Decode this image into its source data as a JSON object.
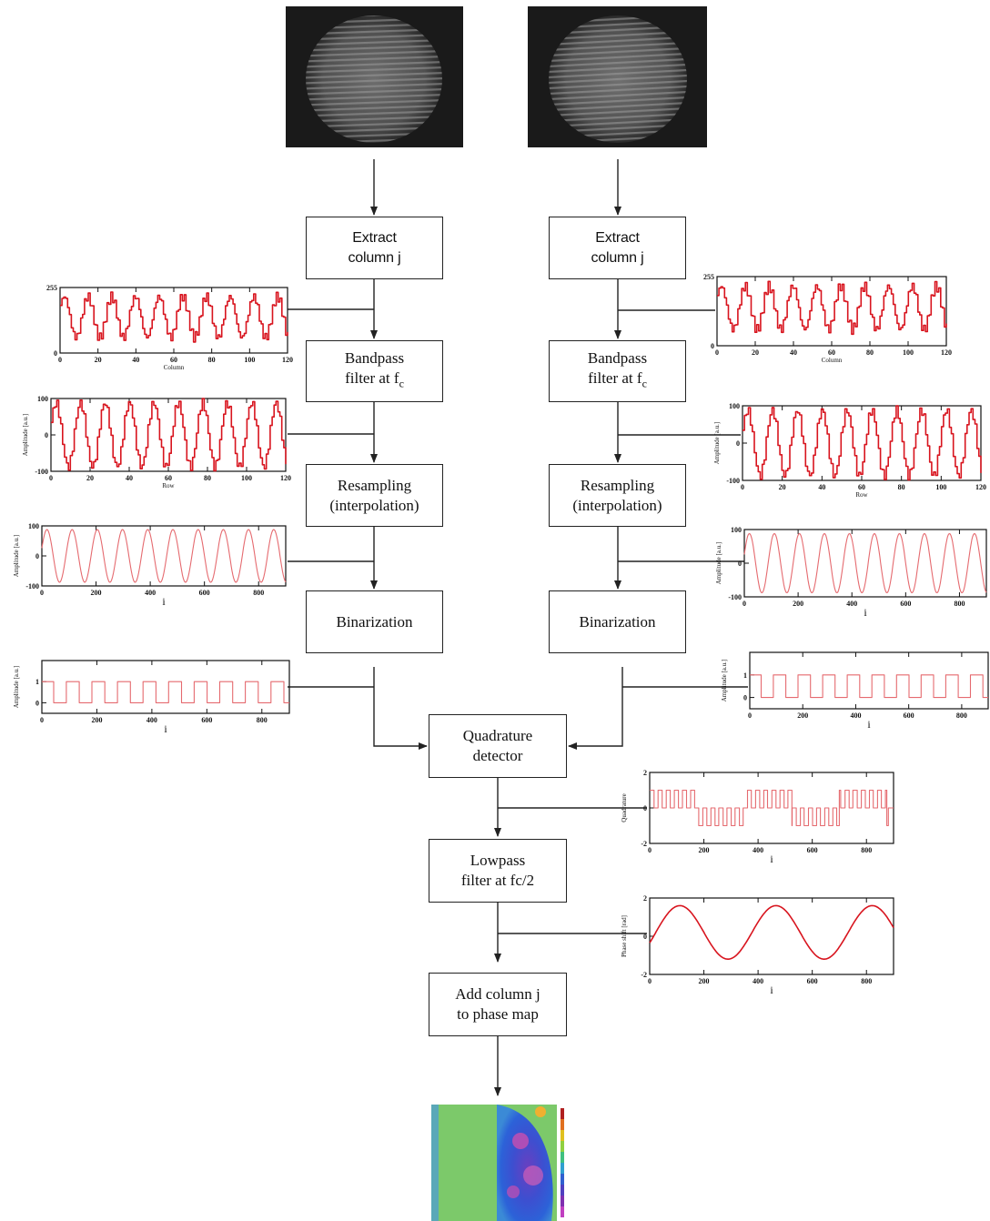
{
  "boxes": {
    "extract": [
      "Extract",
      "column j"
    ],
    "bandpass": [
      "Bandpass",
      "filter at f",
      "c"
    ],
    "resampling": [
      "Resampling",
      "(interpolation)"
    ],
    "binarization": "Binarization",
    "quadrature": [
      "Quadrature",
      "detector"
    ],
    "lowpass": [
      "Lowpass",
      "filter at fc/2"
    ],
    "add_column": [
      "Add column j",
      "to phase map"
    ]
  },
  "images": {
    "left_fringe": "fringe-pattern-left",
    "right_fringe": "fringe-pattern-right",
    "phase_map": "phase-map"
  },
  "colors": {
    "signal": "#d8141e",
    "signal_light": "#e56a6f",
    "line": "#222222"
  },
  "chart_data": [
    {
      "id": "raw",
      "type": "line",
      "ylabel": "",
      "xlabel": "Column",
      "xlim": [
        0,
        120
      ],
      "ylim": [
        0,
        255
      ],
      "xticks": [
        "0",
        "20",
        "40",
        "60",
        "80",
        "100",
        "120"
      ],
      "yticks": [
        "0",
        "255"
      ]
    },
    {
      "id": "bandpass",
      "type": "line",
      "ylabel": "Amplitude [a.u.]",
      "xlabel": "Row",
      "xlim": [
        0,
        120
      ],
      "ylim": [
        -100,
        100
      ],
      "xticks": [
        "0",
        "20",
        "40",
        "60",
        "80",
        "100",
        "120"
      ],
      "yticks": [
        "-100",
        "0",
        "100"
      ]
    },
    {
      "id": "resampled",
      "type": "line",
      "ylabel": "Amplitude [a.u.]",
      "xlabel": "i",
      "xlim": [
        0,
        900
      ],
      "ylim": [
        -100,
        100
      ],
      "xticks": [
        "0",
        "200",
        "400",
        "600",
        "800"
      ],
      "yticks": [
        "-100",
        "0",
        "100"
      ]
    },
    {
      "id": "binary",
      "type": "line",
      "ylabel": "Amplitude [a.u.]",
      "xlabel": "i",
      "xlim": [
        0,
        900
      ],
      "ylim": [
        -0.5,
        2
      ],
      "xticks": [
        "0",
        "200",
        "400",
        "600",
        "800"
      ],
      "yticks": [
        "0",
        "1"
      ]
    },
    {
      "id": "quadrature",
      "type": "line",
      "ylabel": "Quadrature",
      "xlabel": "i",
      "xlim": [
        0,
        900
      ],
      "ylim": [
        -2,
        2
      ],
      "xticks": [
        "0",
        "200",
        "400",
        "600",
        "800"
      ],
      "yticks": [
        "-2",
        "0",
        "2"
      ]
    },
    {
      "id": "phase",
      "type": "line",
      "ylabel": "Phase shift [rad]",
      "xlabel": "i",
      "xlim": [
        0,
        900
      ],
      "ylim": [
        -2,
        2
      ],
      "xticks": [
        "0",
        "200",
        "400",
        "600",
        "800"
      ],
      "yticks": [
        "-2",
        "0",
        "2"
      ]
    }
  ]
}
